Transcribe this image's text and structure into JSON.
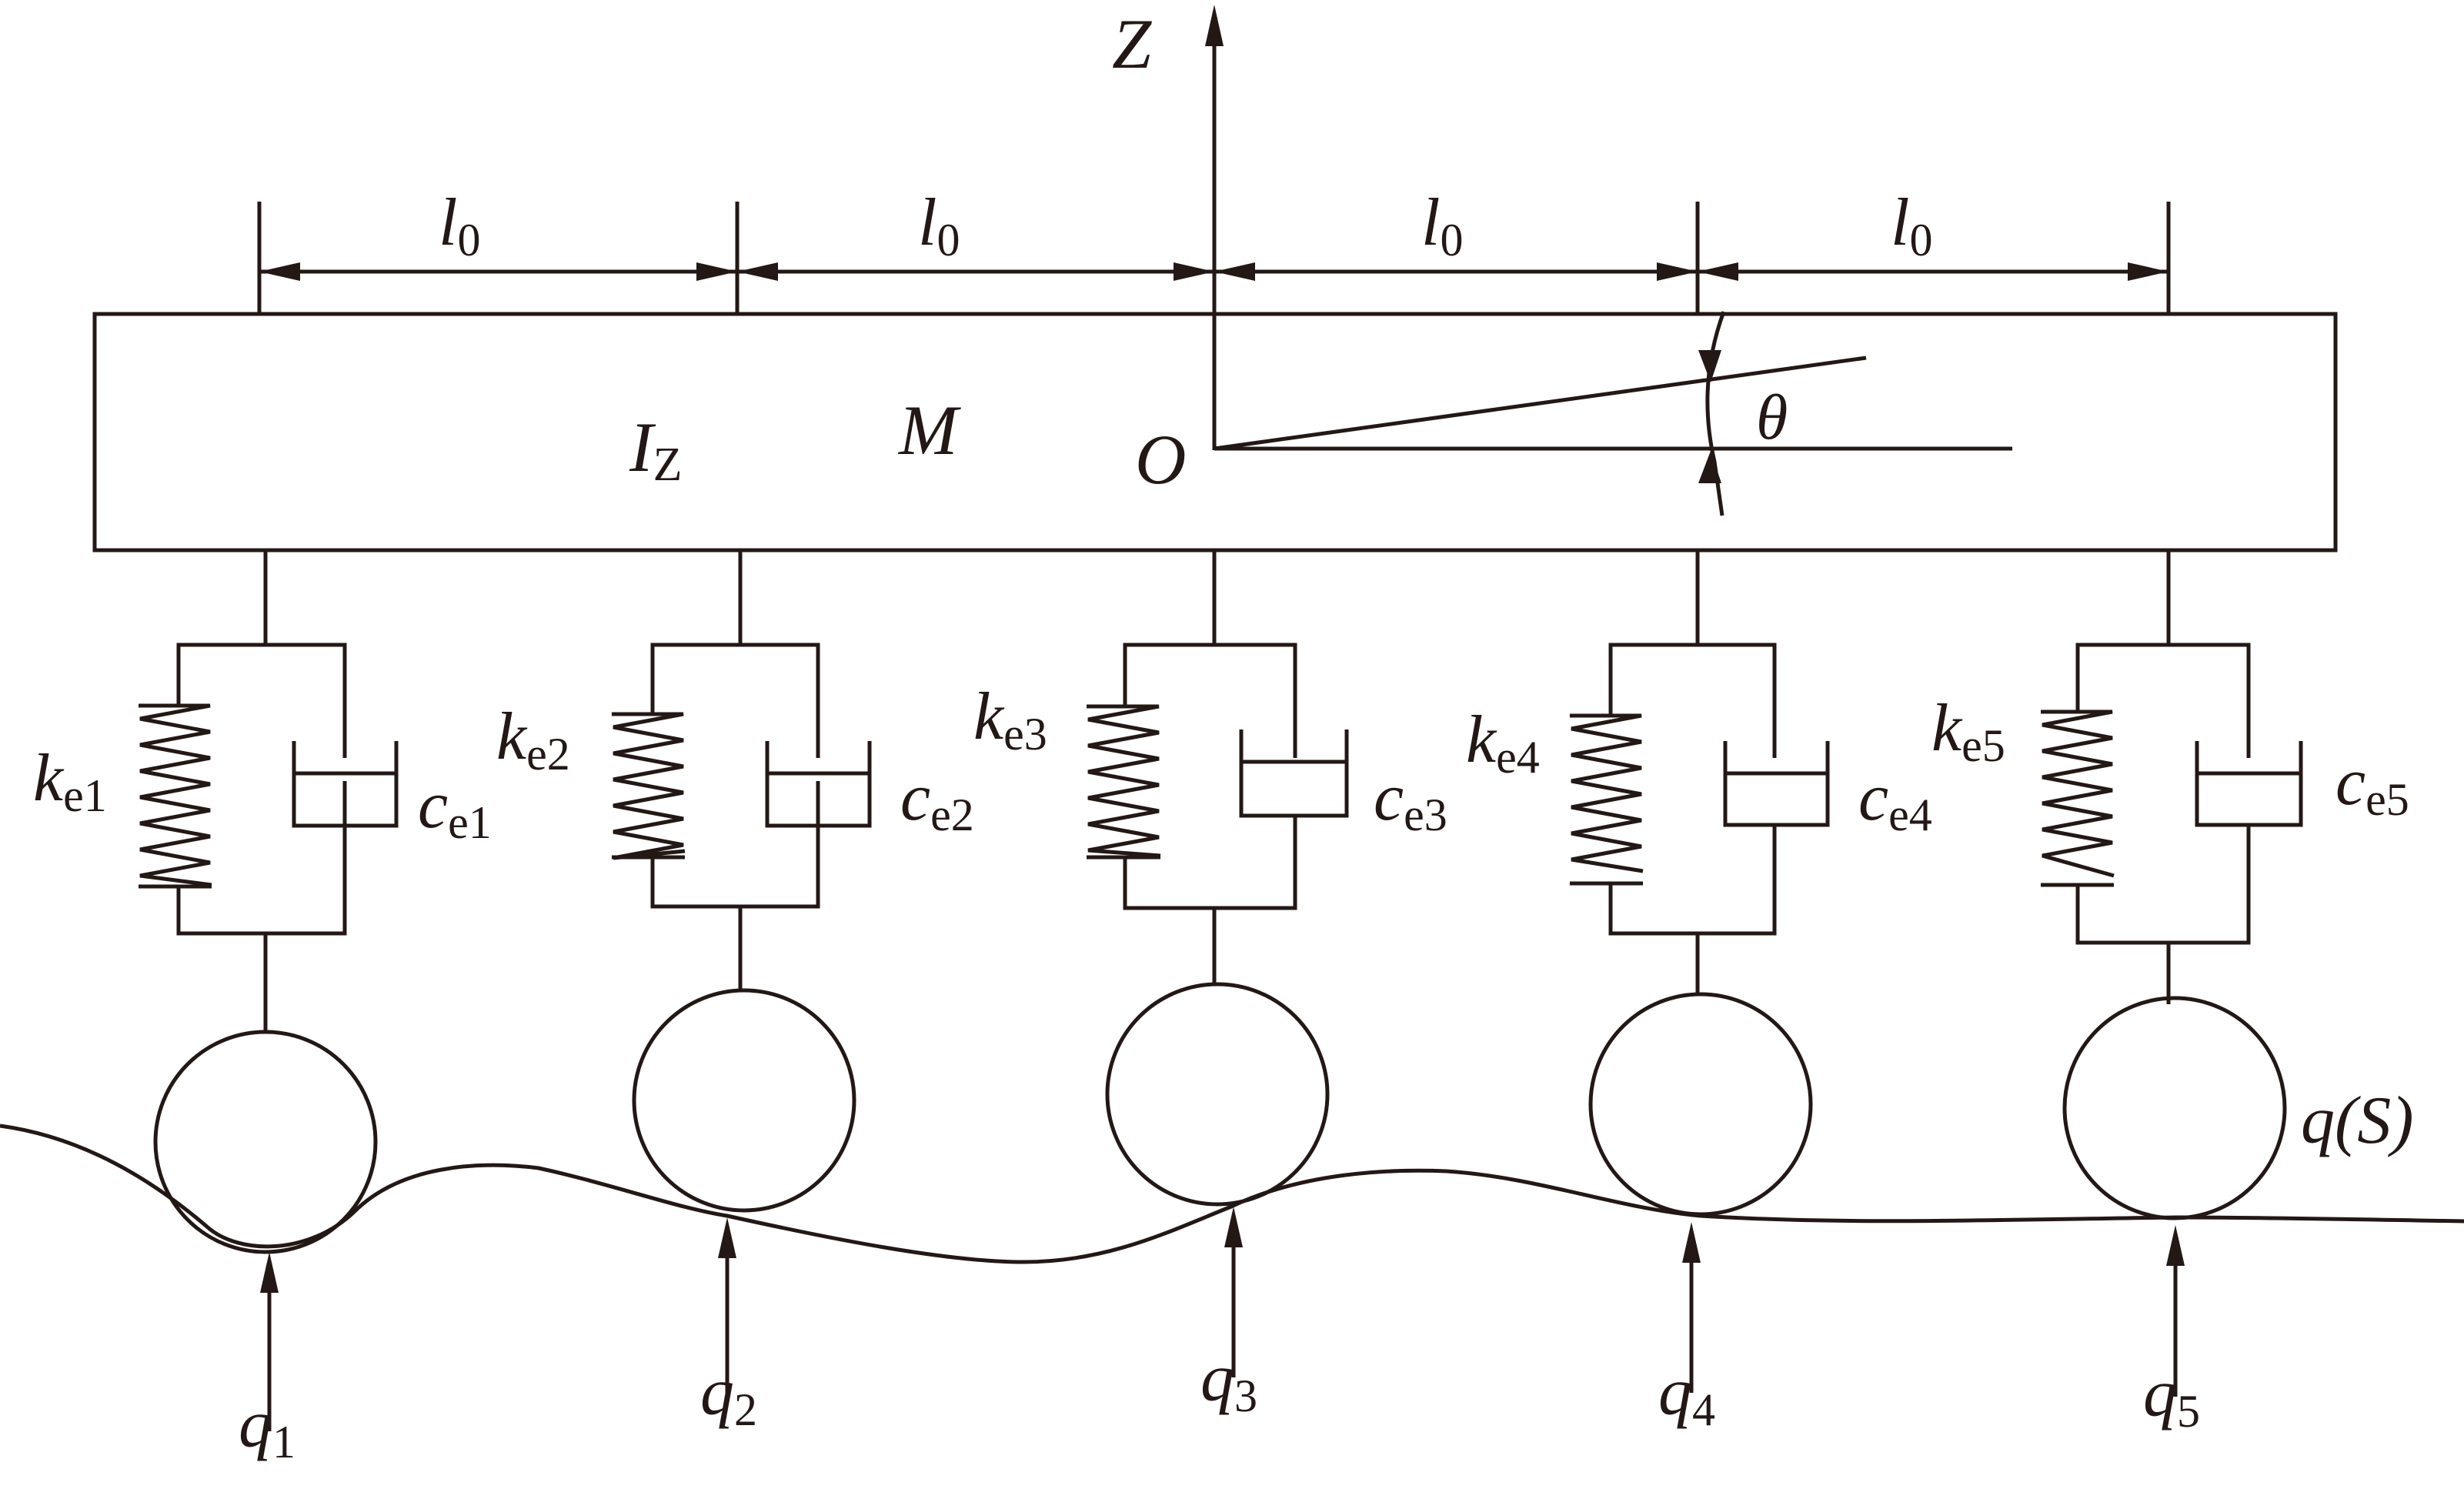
{
  "diagram": {
    "axis_label": "Z",
    "origin_label": "O",
    "mass_label": "M",
    "inertia": {
      "base": "I",
      "sub": "Z"
    },
    "angle_label": "θ",
    "road_label": "q(S)",
    "spacing_labels": [
      {
        "base": "l",
        "sub": "0"
      },
      {
        "base": "l",
        "sub": "0"
      },
      {
        "base": "l",
        "sub": "0"
      },
      {
        "base": "l",
        "sub": "0"
      }
    ],
    "suspensions": [
      {
        "k": {
          "base": "k",
          "sub": "e1"
        },
        "c": {
          "base": "c",
          "sub": "e1"
        },
        "q": {
          "base": "q",
          "sub": "1"
        }
      },
      {
        "k": {
          "base": "k",
          "sub": "e2"
        },
        "c": {
          "base": "c",
          "sub": "e2"
        },
        "q": {
          "base": "q",
          "sub": "2"
        }
      },
      {
        "k": {
          "base": "k",
          "sub": "e3"
        },
        "c": {
          "base": "c",
          "sub": "e3"
        },
        "q": {
          "base": "q",
          "sub": "3"
        }
      },
      {
        "k": {
          "base": "k",
          "sub": "e4"
        },
        "c": {
          "base": "c",
          "sub": "e4"
        },
        "q": {
          "base": "q",
          "sub": "4"
        }
      },
      {
        "k": {
          "base": "k",
          "sub": "e5"
        },
        "c": {
          "base": "c",
          "sub": "e5"
        },
        "q": {
          "base": "q",
          "sub": "5"
        }
      }
    ]
  }
}
